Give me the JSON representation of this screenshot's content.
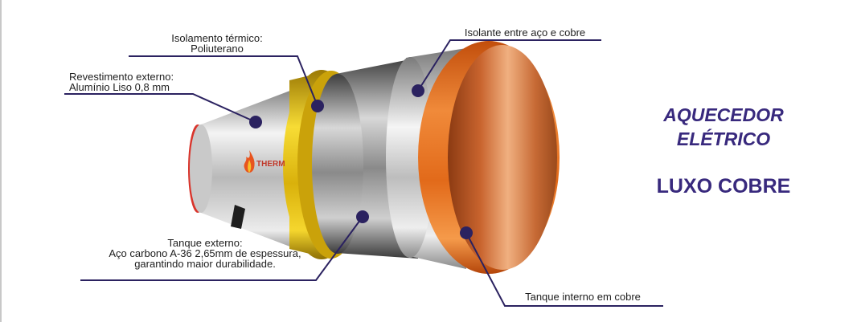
{
  "diagram": {
    "labels": {
      "isolamento_line1": "Isolamento térmico:",
      "isolamento_line2": "Poliuterano",
      "revestimento_line1": "Revestimento externo:",
      "revestimento_line2": "Alumínio Liso 0,8 mm",
      "isolante_cobre": "Isolante entre aço e cobre",
      "tanque_externo_line1": "Tanque externo:",
      "tanque_externo_line2": "Aço carbono A-36 2,65mm de espessura,",
      "tanque_externo_line3": "garantindo maior durabilidade.",
      "tanque_interno": "Tanque interno em cobre"
    },
    "title_line1": "AQUECEDOR",
    "title_line2": "ELÉTRICO",
    "subtitle": "LUXO COBRE",
    "brand_text": "THERM",
    "colors": {
      "title": "#38297d",
      "leader": "#2b2260",
      "dot": "#2b2260",
      "copper": "#e36d1b",
      "insulation": "#e8c31c",
      "steel": "#8f8f8f",
      "aluminum": "#cfcfcf",
      "cap": "#d9342b"
    },
    "icons": [
      "flame-logo-icon"
    ]
  }
}
